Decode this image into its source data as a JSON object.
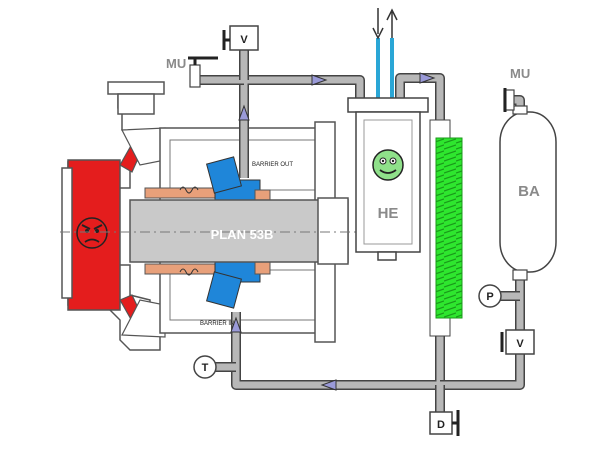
{
  "diagram": {
    "plan_label": "PLAN 53B",
    "labels": {
      "makeup_top": "MU",
      "makeup_right": "MU",
      "valve_top": "V",
      "valve_right": "V",
      "heat_exchanger": "HE",
      "bladder_accumulator": "BA",
      "pressure_gauge": "P",
      "temperature_gauge": "T",
      "drain": "D",
      "barrier_out": "BARRIER OUT",
      "barrier_in": "BARRIER IN"
    },
    "colors": {
      "pump_casing": "#e41d1d",
      "cooling_coil": "#2ee62e",
      "coolant_lines": "#2aa6d6",
      "seal_blue": "#1f86d9",
      "face_green": "#8fe08a",
      "arrow_fill": "#9a9ad8"
    },
    "icons": [
      "angry-face-icon",
      "happy-face-icon",
      "flow-arrow-icon"
    ]
  }
}
